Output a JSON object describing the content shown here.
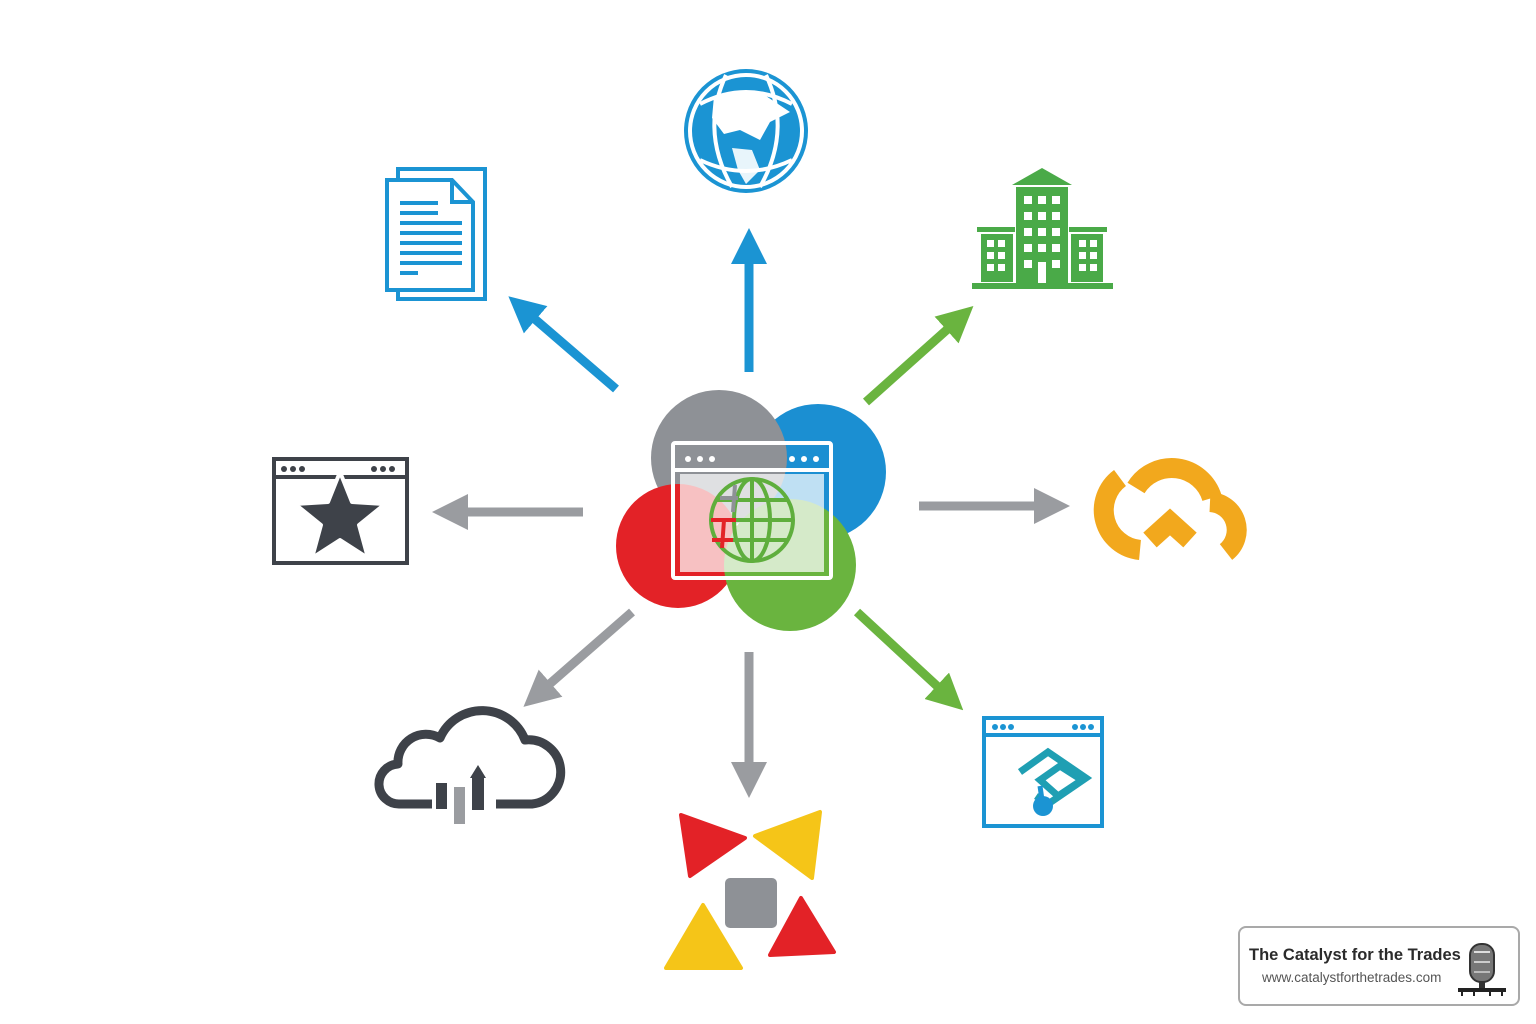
{
  "diagram": {
    "title": "",
    "center": {
      "label": "browser-globe-hub",
      "circle_colors": {
        "gray": "#8e9196",
        "blue": "#1b8fd2",
        "red": "#e32227",
        "green": "#6ab43f"
      }
    },
    "nodes": [
      {
        "id": "documents",
        "icon": "document-icon",
        "color": "#1b94d3",
        "direction": "up-left"
      },
      {
        "id": "globe",
        "icon": "globe-icon",
        "color": "#1b94d3",
        "direction": "up"
      },
      {
        "id": "building",
        "icon": "building-icon",
        "color": "#4aaa48",
        "direction": "up-right"
      },
      {
        "id": "cloud-network",
        "icon": "cloud-network-icon",
        "color": "#f2a81d",
        "direction": "right"
      },
      {
        "id": "web-app",
        "icon": "browser-app-icon",
        "color": "#1b94d3",
        "direction": "down-right"
      },
      {
        "id": "shapes",
        "icon": "shapes-icon",
        "color": "#e32227",
        "direction": "down"
      },
      {
        "id": "cloud-upload",
        "icon": "cloud-upload-chart-icon",
        "color": "#3e4249",
        "direction": "down-left"
      },
      {
        "id": "favorite-page",
        "icon": "browser-star-icon",
        "color": "#3e4249",
        "direction": "left"
      }
    ],
    "arrow_colors": {
      "blue": "#1b94d3",
      "green": "#6ab43f",
      "gray": "#9a9ca0"
    }
  },
  "badge": {
    "title": "The Catalyst for the Trades",
    "url": "www.catalystforthetrades.com"
  }
}
